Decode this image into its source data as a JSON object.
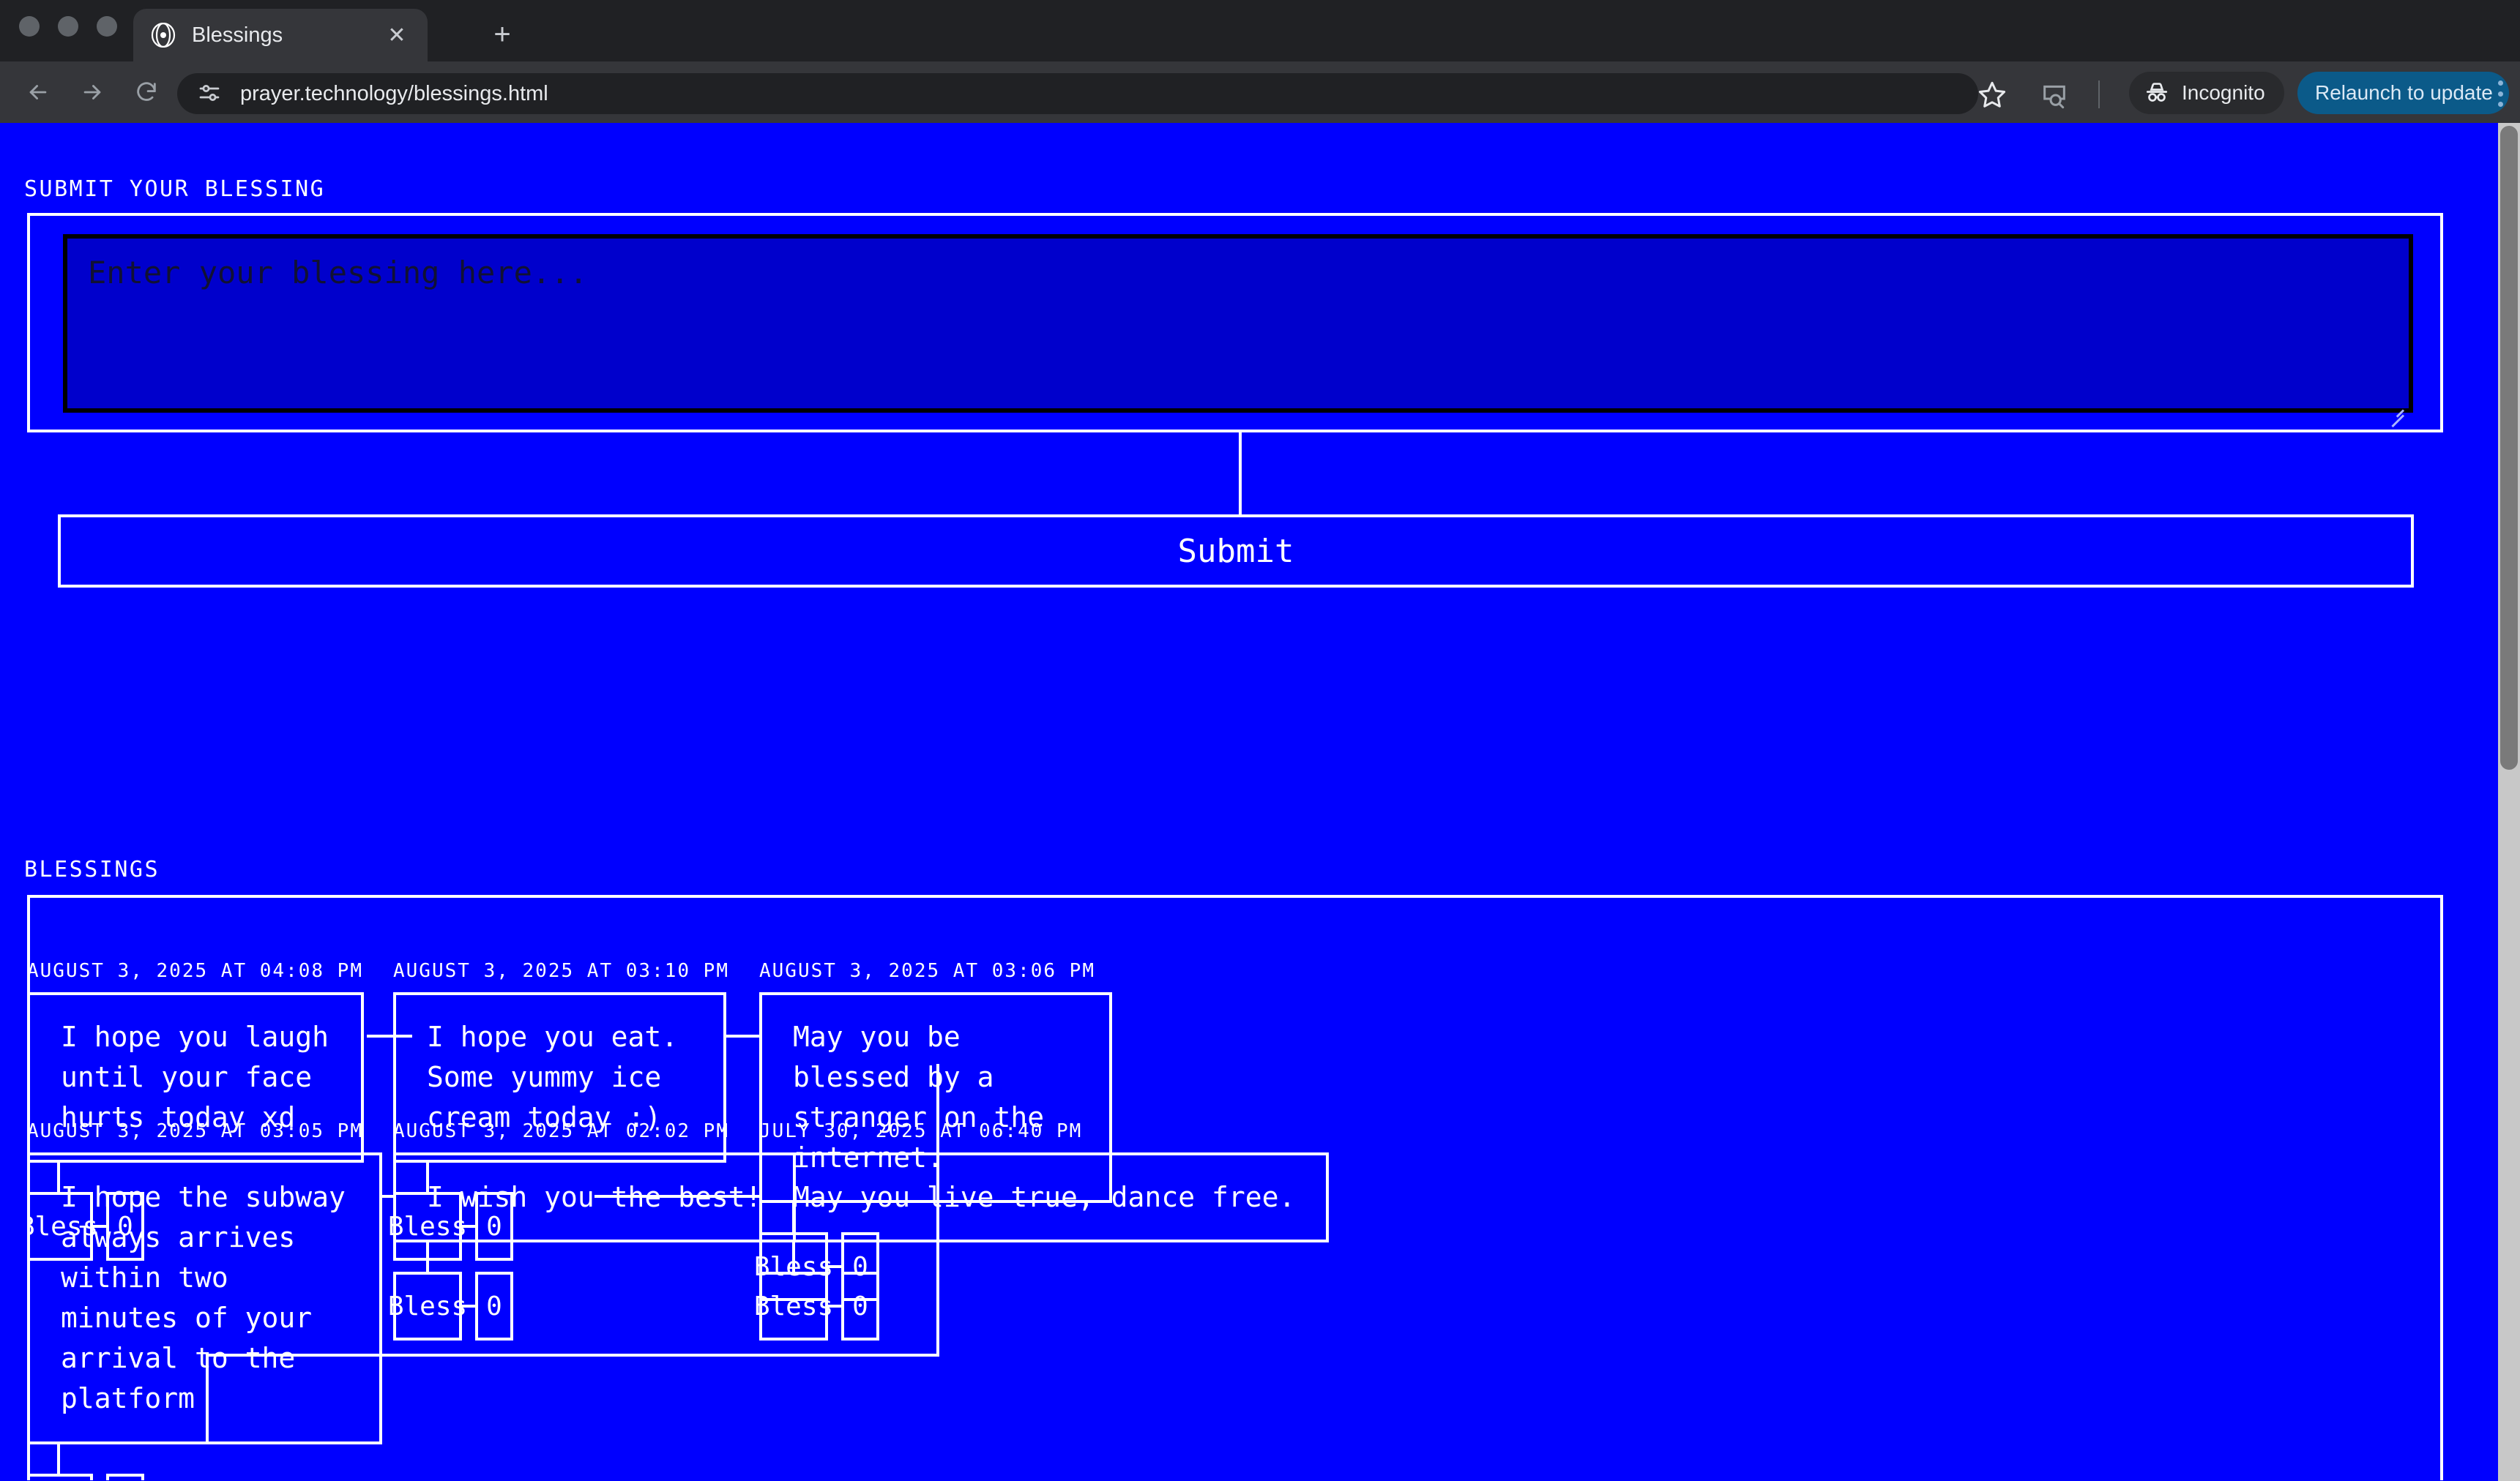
{
  "browser": {
    "tab": {
      "title": "Blessings",
      "favicon_icon": "eye-favicon",
      "close_icon": "close-icon"
    },
    "new_tab_icon": "plus-icon",
    "back_icon": "back-arrow-icon",
    "forward_icon": "forward-arrow-icon",
    "reload_icon": "reload-icon",
    "omnibox": {
      "site_settings_icon": "tune-icon",
      "url": "prayer.technology/blessings.html"
    },
    "bookmark_icon": "star-icon",
    "cast_icon": "search-tabs-icon",
    "incognito": {
      "icon": "incognito-icon",
      "label": "Incognito"
    },
    "relaunch": {
      "label": "Relaunch to update",
      "color": "#0b5a89"
    },
    "menu_icon": "kebab-menu-icon"
  },
  "page": {
    "background_color": "#0000ff",
    "foreground_color": "#ffffff",
    "submit_section": {
      "heading": "SUBMIT YOUR BLESSING",
      "textarea_value": "",
      "textarea_placeholder": "Enter your blessing here...",
      "submit_label": "Submit"
    },
    "blessings_section": {
      "heading": "BLESSINGS",
      "bless_label": "Bless",
      "items": [
        {
          "date": "AUGUST 3, 2025 AT 04:08 PM",
          "message": "I hope you laugh until your face hurts today xd",
          "count": "0"
        },
        {
          "date": "AUGUST 3, 2025 AT 03:10 PM",
          "message": "I hope you eat.  Some yummy ice cream today :)",
          "count": "0"
        },
        {
          "date": "AUGUST 3, 2025 AT 03:06 PM",
          "message": "May you be blessed by a stranger on the internet.",
          "count": "0"
        },
        {
          "date": "AUGUST 3, 2025 AT 03:05 PM",
          "message": "I hope the subway always arrives within two\nminutes of your arrival to the platform",
          "count": "0"
        },
        {
          "date": "AUGUST 3, 2025 AT 02:02 PM",
          "message": "I wish you the best!",
          "count": "0"
        },
        {
          "date": "JULY 30, 2025 AT 06:40 PM",
          "message": "May you live true, dance free.",
          "count": "0"
        }
      ]
    }
  }
}
